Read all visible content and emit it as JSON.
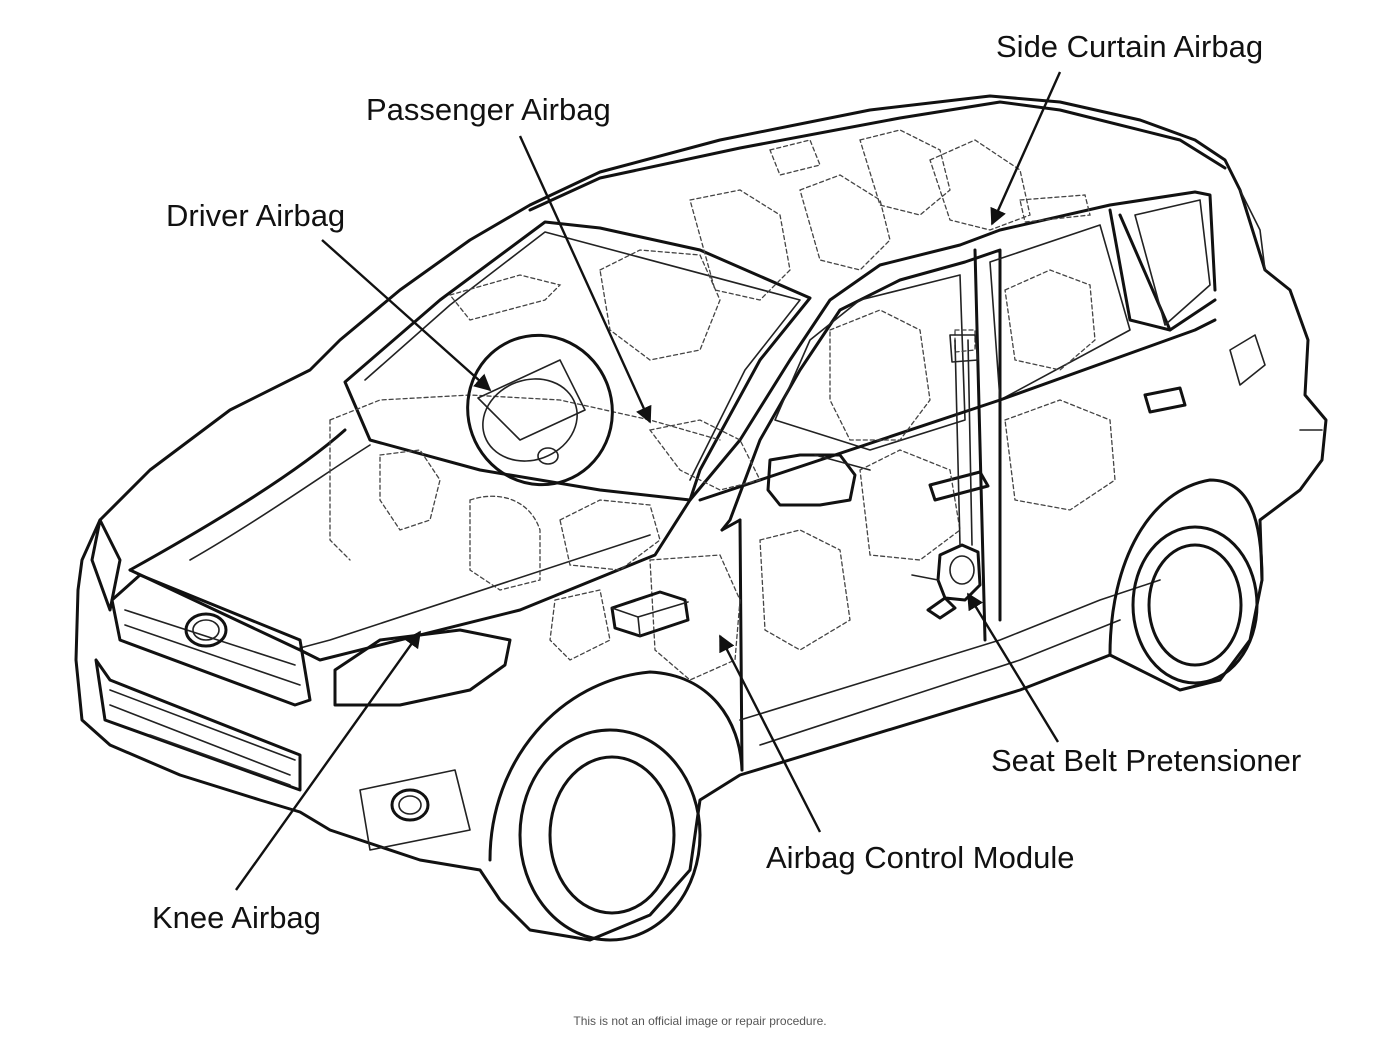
{
  "callouts": {
    "side_curtain": "Side Curtain Airbag",
    "passenger": "Passenger Airbag",
    "driver": "Driver Airbag",
    "knee": "Knee Airbag",
    "control_module": "Airbag Control Module",
    "pretensioner": "Seat Belt Pretensioner"
  },
  "disclaimer": "This is not an official image or repair procedure.",
  "colors": {
    "line": "#111111",
    "background": "#ffffff"
  }
}
